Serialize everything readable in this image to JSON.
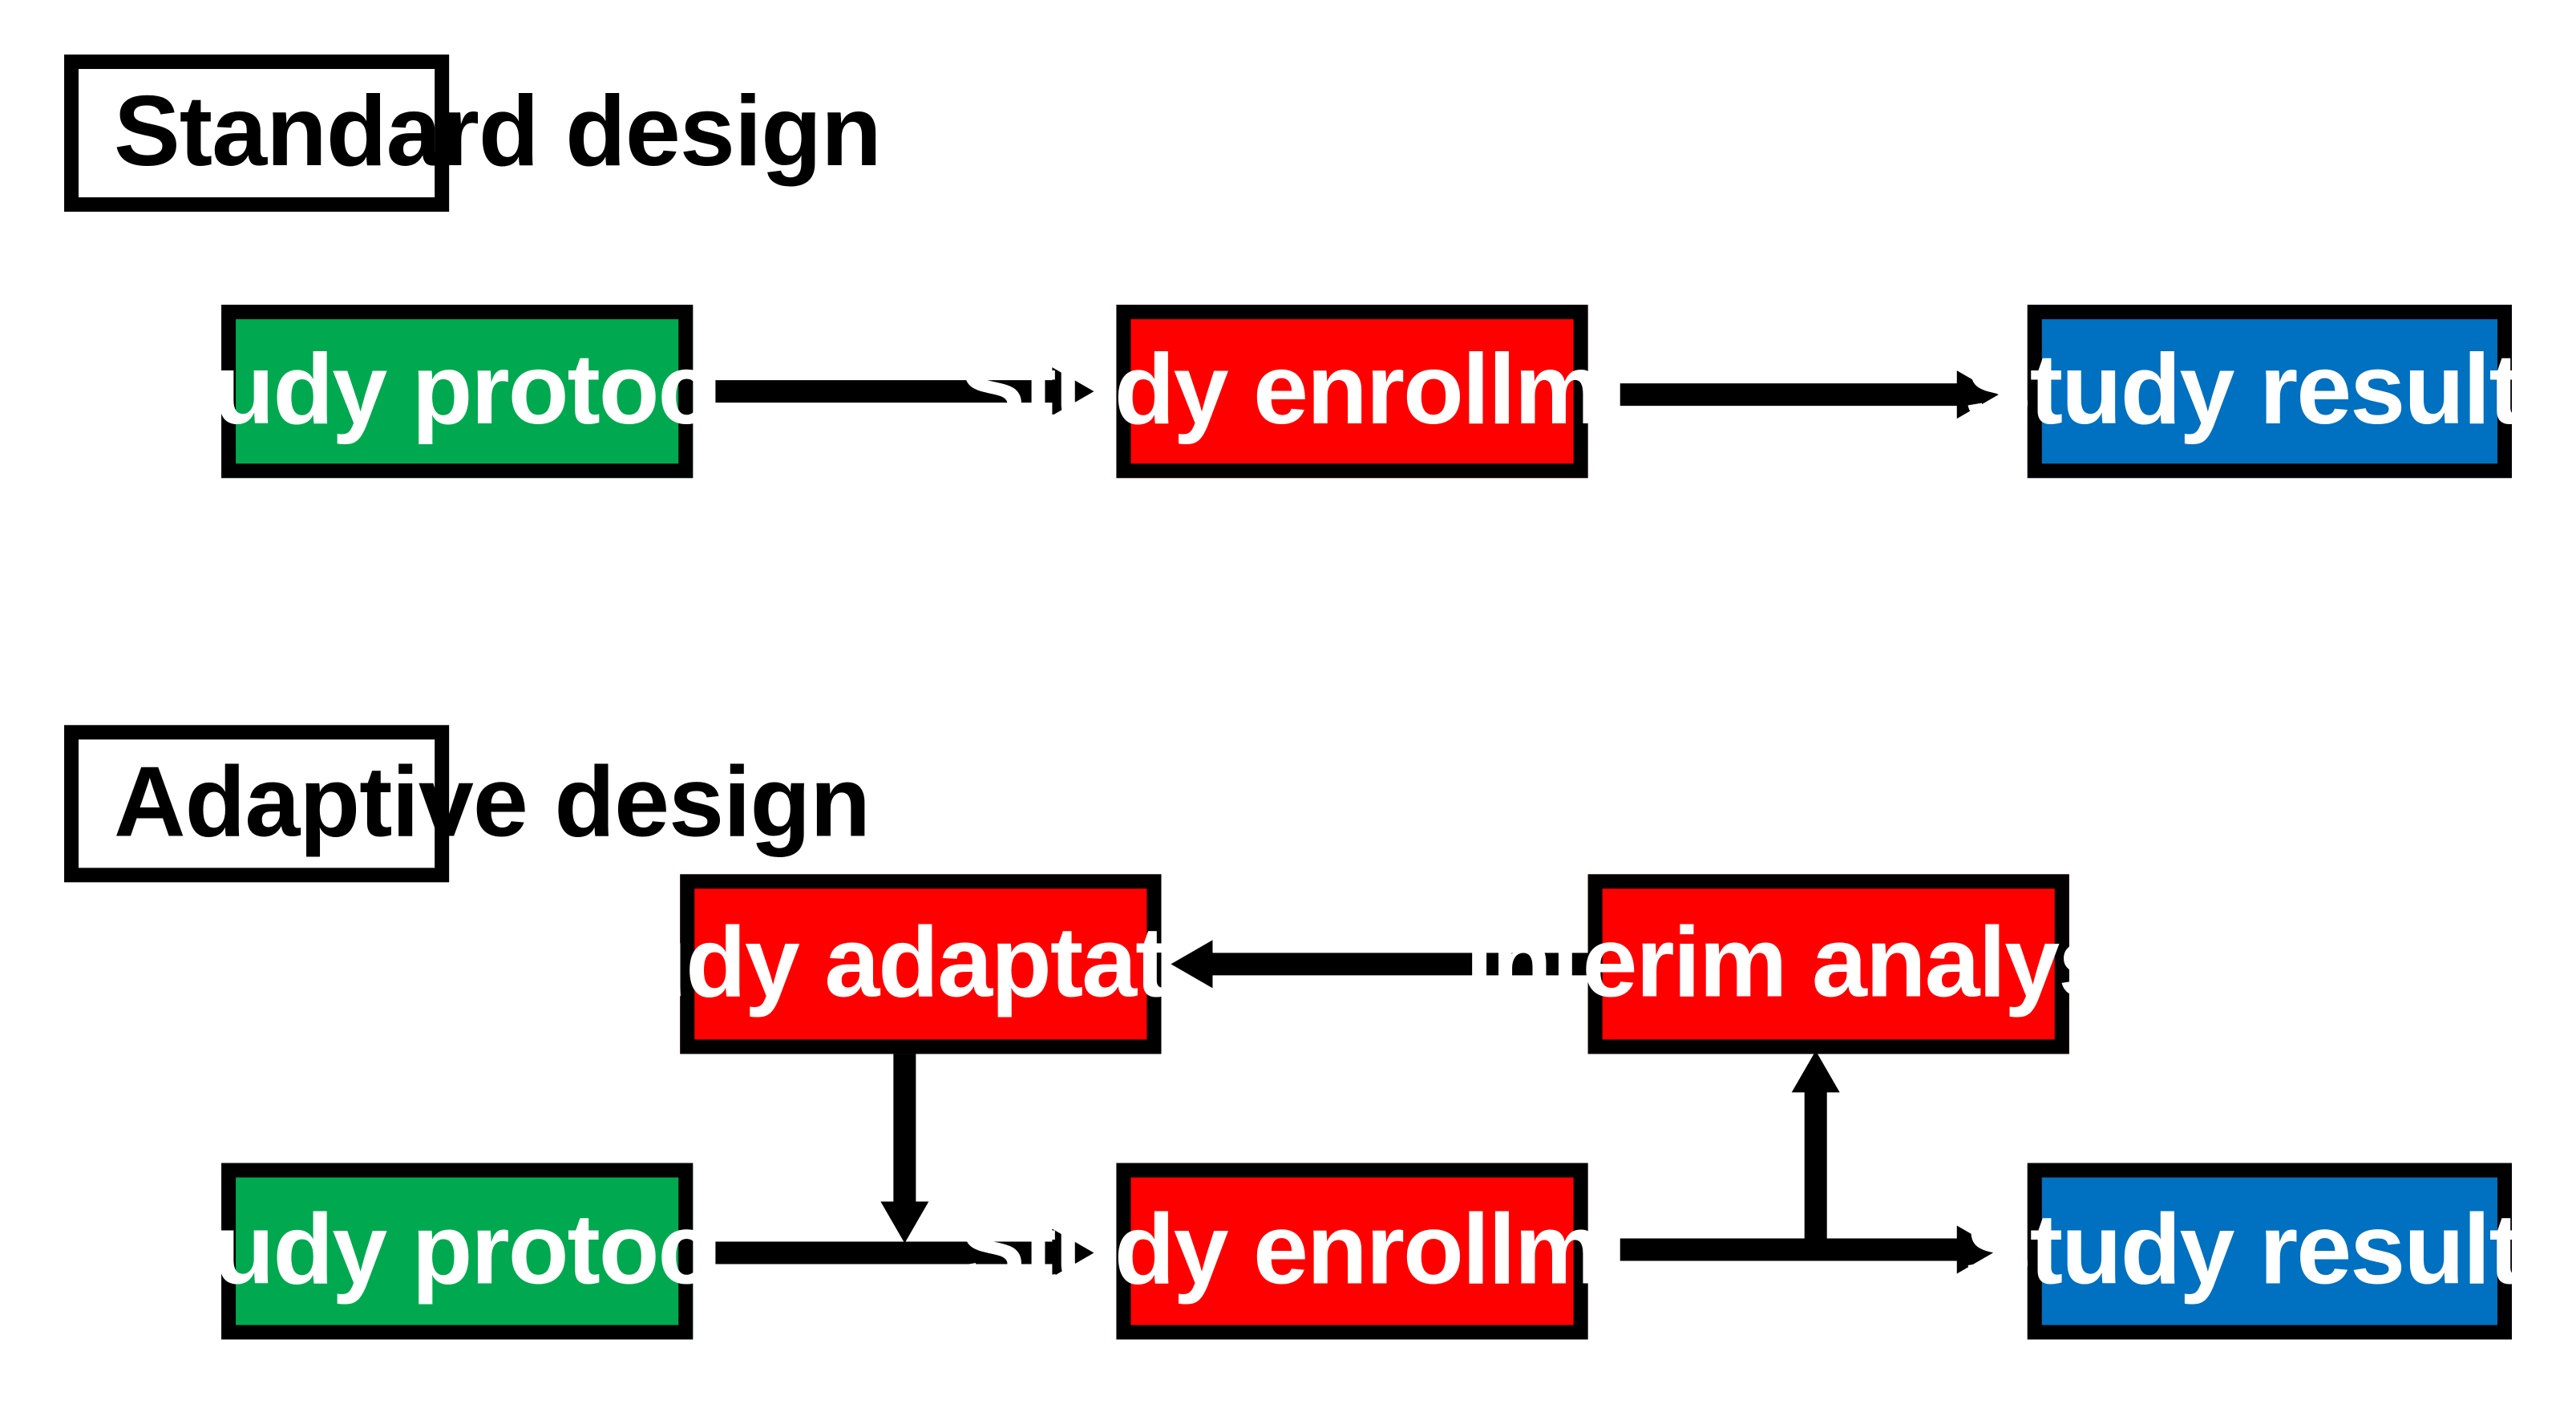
{
  "colors": {
    "green": "#00A94F",
    "red": "#FE0000",
    "blue": "#0070C0",
    "black": "#000000",
    "white": "#FFFFFF",
    "background": "#FFFFFF"
  },
  "sections": [
    {
      "id": "standard",
      "label": "Standard design",
      "nodes": [
        {
          "id": "standard-study-protocol",
          "label": "Study protocol",
          "color": "green"
        },
        {
          "id": "standard-study-enrollment",
          "label": "Study enrollment",
          "color": "red"
        },
        {
          "id": "standard-study-results",
          "label": "Study results",
          "color": "blue"
        }
      ],
      "arrows": [
        {
          "id": "standard-arrow-protocol-to-enrollment",
          "direction": "right",
          "from": "standard-study-protocol",
          "to": "standard-study-enrollment"
        },
        {
          "id": "standard-arrow-enrollment-to-results",
          "direction": "right",
          "from": "standard-study-enrollment",
          "to": "standard-study-results"
        }
      ]
    },
    {
      "id": "adaptive",
      "label": "Adaptive design",
      "nodes": [
        {
          "id": "adaptive-study-adaptation",
          "label": "Study adaptation",
          "color": "red"
        },
        {
          "id": "adaptive-interim-analysis",
          "label": "Interim analysis",
          "color": "red"
        },
        {
          "id": "adaptive-study-protocol",
          "label": "Study protocol",
          "color": "green"
        },
        {
          "id": "adaptive-study-enrollment",
          "label": "Study enrollment",
          "color": "red"
        },
        {
          "id": "adaptive-study-results",
          "label": "Study results",
          "color": "blue"
        }
      ],
      "arrows": [
        {
          "id": "adaptive-arrow-interim-to-adaptation",
          "direction": "left",
          "from": "adaptive-interim-analysis",
          "to": "adaptive-study-adaptation"
        },
        {
          "id": "adaptive-arrow-adaptation-to-enrollment-line",
          "direction": "down",
          "from": "adaptive-study-adaptation",
          "to": "adaptive-arrow-protocol-to-enrollment"
        },
        {
          "id": "adaptive-arrow-protocol-to-enrollment",
          "direction": "right",
          "from": "adaptive-study-protocol",
          "to": "adaptive-study-enrollment"
        },
        {
          "id": "adaptive-arrow-enrollment-to-results",
          "direction": "right",
          "from": "adaptive-study-enrollment",
          "to": "adaptive-study-results"
        },
        {
          "id": "adaptive-arrow-enrollment-to-interim",
          "direction": "up",
          "from": "adaptive-arrow-enrollment-to-results",
          "to": "adaptive-interim-analysis"
        }
      ]
    }
  ],
  "diagram_data": {
    "type": "flowchart",
    "title": "",
    "orientation": "horizontal",
    "panels": [
      {
        "name": "Standard design",
        "flow": [
          "Study protocol",
          "Study enrollment",
          "Study results"
        ]
      },
      {
        "name": "Adaptive design",
        "flow": [
          "Study protocol",
          "Study enrollment",
          "Study results"
        ],
        "feedback_loop": [
          "Study enrollment",
          "Interim analysis",
          "Study adaptation",
          "Study enrollment"
        ]
      }
    ]
  }
}
